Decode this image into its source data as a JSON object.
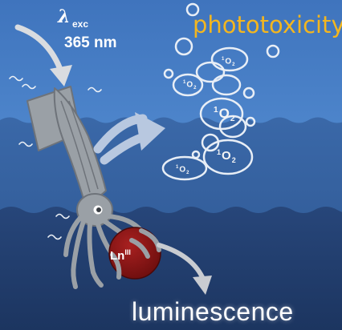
{
  "labels": {
    "excitation_symbol": "λ",
    "excitation_subscript": "exc",
    "excitation_wavelength": "365 nm",
    "phototoxicity": "phototoxicity",
    "luminescence": "luminescence",
    "complex_symbol": "Ln",
    "complex_oxidation_state": "III"
  },
  "singlet_oxygen": [
    {
      "superscript": "1",
      "formula": "O",
      "subscript": "2"
    },
    {
      "superscript": "1",
      "formula": "O",
      "subscript": "2"
    },
    {
      "superscript": "1",
      "formula": "O",
      "subscript": "2"
    },
    {
      "superscript": "1",
      "formula": "O",
      "subscript": "2"
    },
    {
      "superscript": "1",
      "formula": "O",
      "subscript": "2"
    }
  ],
  "colors": {
    "water_top": "#4a82c8",
    "water_mid": "#35609f",
    "water_deep": "#233f6f",
    "phototoxicity_text": "#f3b61f",
    "squid": "#9aa0a6",
    "squid_outline": "#6e737a",
    "complex_sphere": "#8b1414",
    "bubble": "#e8eef6",
    "arrow": "#c9ccd1"
  },
  "icons": [
    "light-arrow-icon",
    "squid-icon",
    "wave-lines-icon",
    "emission-arrow-icon",
    "release-arrow-icon",
    "bubble-icon"
  ]
}
